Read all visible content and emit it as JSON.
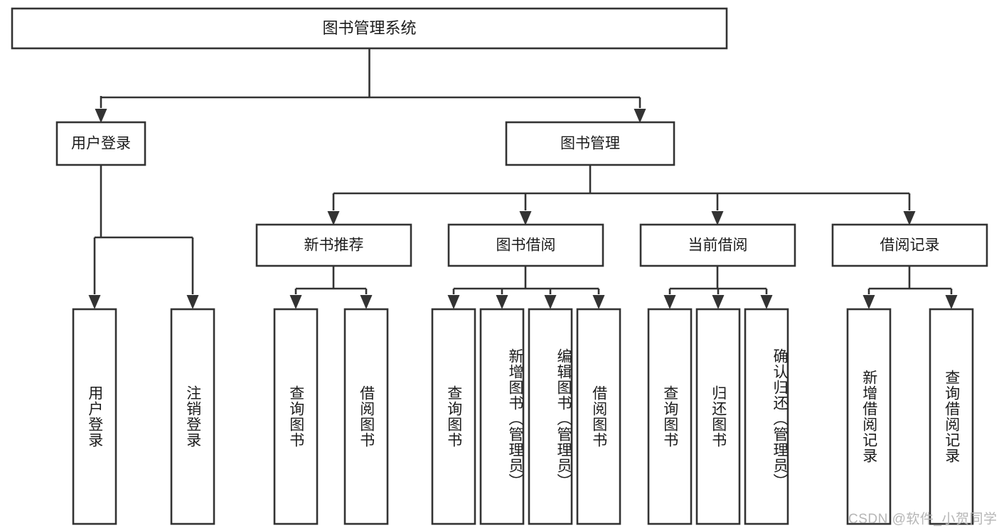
{
  "diagram": {
    "type": "tree-hierarchy-chart",
    "title": "图书管理系统",
    "watermark": "CSDN @软件_小贺同学",
    "colors": {
      "box_stroke": "#333333",
      "box_fill": "#ffffff",
      "connector": "#333333",
      "text": "#1b1b1b",
      "background": "#ffffff",
      "watermark": "#b6b6b6"
    },
    "levels": {
      "root": {
        "label": "图书管理系统"
      },
      "level2": [
        {
          "label": "用户登录"
        },
        {
          "label": "图书管理"
        }
      ],
      "level3": [
        {
          "label": "新书推荐"
        },
        {
          "label": "图书借阅"
        },
        {
          "label": "当前借阅"
        },
        {
          "label": "借阅记录"
        }
      ],
      "leaves": {
        "user_login": [
          {
            "label": "用户登录"
          },
          {
            "label": "注销登录"
          }
        ],
        "new_book_recommend": [
          {
            "label": "查询图书"
          },
          {
            "label": "借阅图书"
          }
        ],
        "book_borrow": [
          {
            "label": "查询图书"
          },
          {
            "label": "新增图书（管理员）"
          },
          {
            "label": "编辑图书（管理员）"
          },
          {
            "label": "借阅图书"
          }
        ],
        "current_borrow": [
          {
            "label": "查询图书"
          },
          {
            "label": "归还图书"
          },
          {
            "label": "确认归还（管理员）"
          }
        ],
        "borrow_record": [
          {
            "label": "新增借阅记录"
          },
          {
            "label": "查询借阅记录"
          }
        ]
      }
    }
  }
}
